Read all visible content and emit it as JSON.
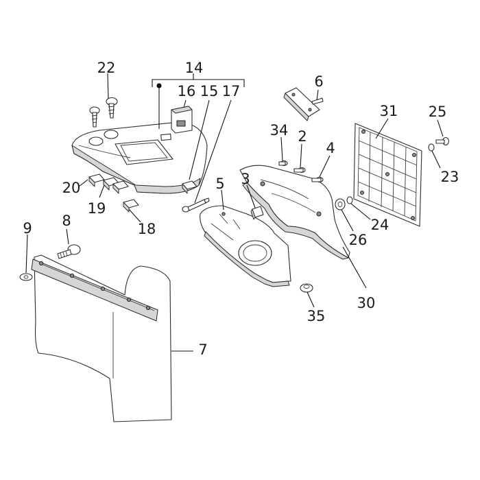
{
  "callouts": {
    "c2": "2",
    "c3": "3",
    "c4": "4",
    "c5": "5",
    "c6": "6",
    "c7": "7",
    "c8": "8",
    "c9": "9",
    "c14": "14",
    "c15": "15",
    "c16": "16",
    "c17": "17",
    "c18": "18",
    "c19": "19",
    "c20": "20",
    "c22": "22",
    "c23": "23",
    "c24": "24",
    "c25": "25",
    "c26": "26",
    "c30": "30",
    "c31": "31",
    "c34": "34",
    "c35": "35"
  },
  "colors": {
    "line": "#2a2a2a",
    "shade": "#d6d6d6",
    "text": "#1a1a1a"
  }
}
